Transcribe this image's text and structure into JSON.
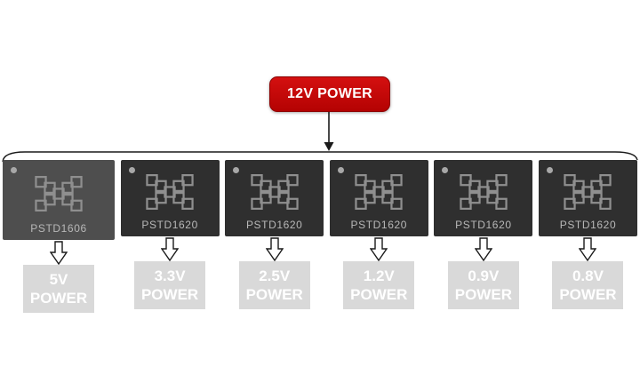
{
  "source": {
    "label": "12V POWER"
  },
  "rails": [
    {
      "chip": "PSTD1606",
      "voltage": "5V",
      "power_word": "POWER"
    },
    {
      "chip": "PSTD1620",
      "voltage": "3.3V",
      "power_word": "POWER"
    },
    {
      "chip": "PSTD1620",
      "voltage": "2.5V",
      "power_word": "POWER"
    },
    {
      "chip": "PSTD1620",
      "voltage": "1.2V",
      "power_word": "POWER"
    },
    {
      "chip": "PSTD1620",
      "voltage": "0.9V",
      "power_word": "POWER"
    },
    {
      "chip": "PSTD1620",
      "voltage": "0.8V",
      "power_word": "POWER"
    }
  ],
  "colors": {
    "source_red": "#c00000",
    "chip_dark": "#2f2f2f",
    "chip_light": "#4e4e4e",
    "output_gray": "#d9d9d9",
    "output_text": "#ffffff"
  }
}
